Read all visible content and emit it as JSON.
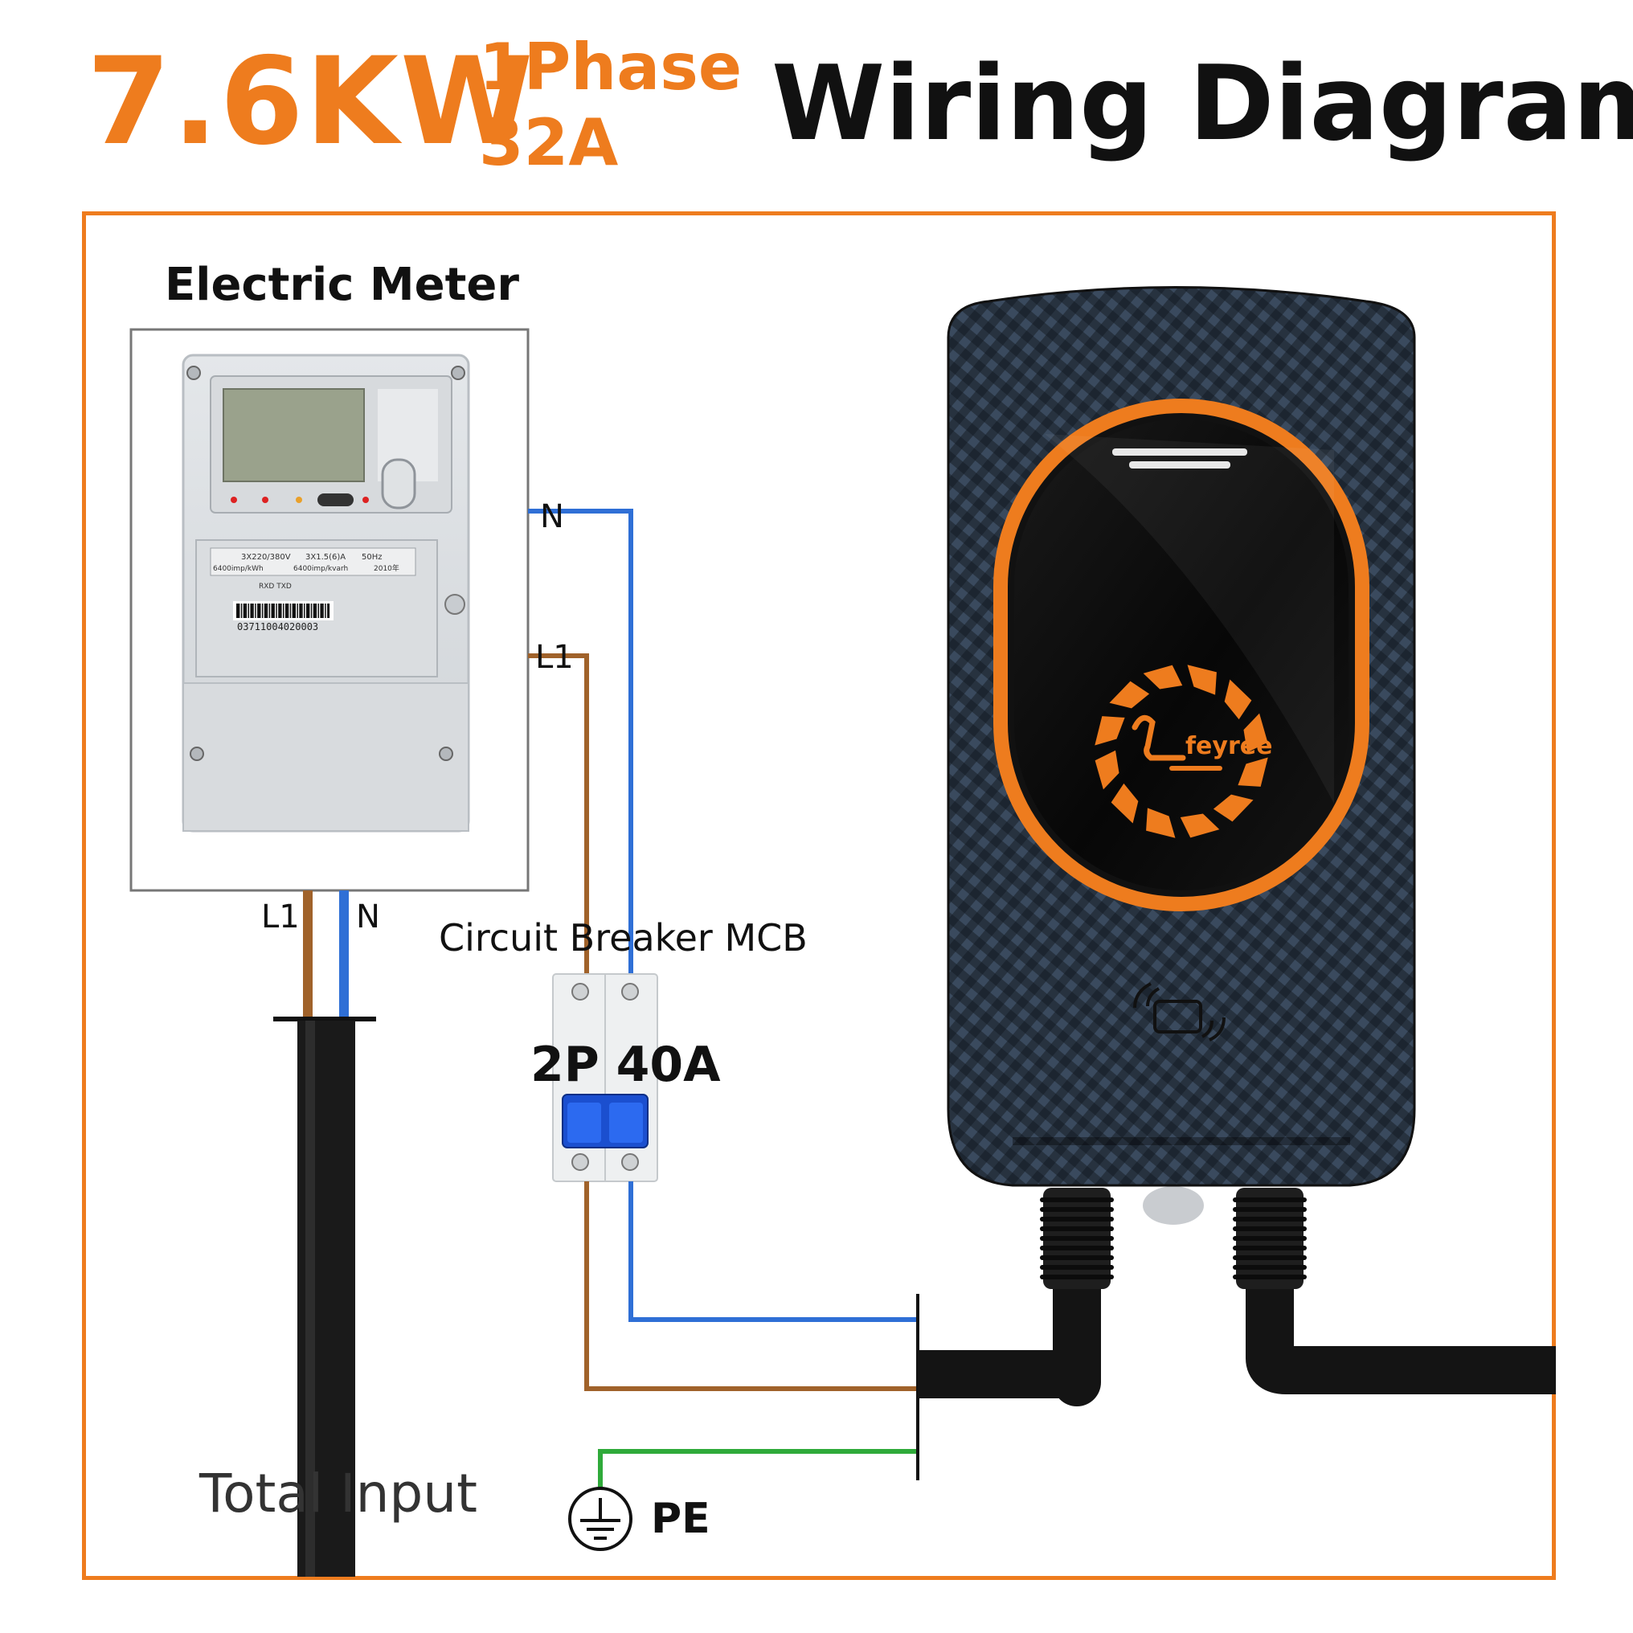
{
  "header": {
    "power": "7.6KW",
    "phase": "1Phase",
    "current": "32A",
    "title": "Wiring Diagram"
  },
  "meter": {
    "title": "Electric Meter",
    "serial": "03711004020003",
    "rating_voltage": "3X220/380V",
    "rating_current": "3X1.5(6)A",
    "frequency": "50Hz",
    "constant_kwh": "6400imp/kWh",
    "constant_kvarh": "6400imp/kvarh",
    "year": "2010年",
    "port": "RXD TXD"
  },
  "breaker": {
    "title": "Circuit Breaker MCB",
    "rating": "2P 40A"
  },
  "wires": {
    "n_top": "N",
    "l1_mid": "L1",
    "l1_bottom": "L1",
    "n_bottom": "N"
  },
  "supply_label": "Total Input",
  "ground_label": "PE",
  "charger": {
    "brand": "feyree"
  },
  "colors": {
    "accent": "#ee7c1e",
    "neutral_wire": "#2f6fd6",
    "live_wire": "#a0622a",
    "earth_wire": "#2faa3a",
    "cable": "#1a1a1a",
    "charger_body": "#2c3848"
  }
}
